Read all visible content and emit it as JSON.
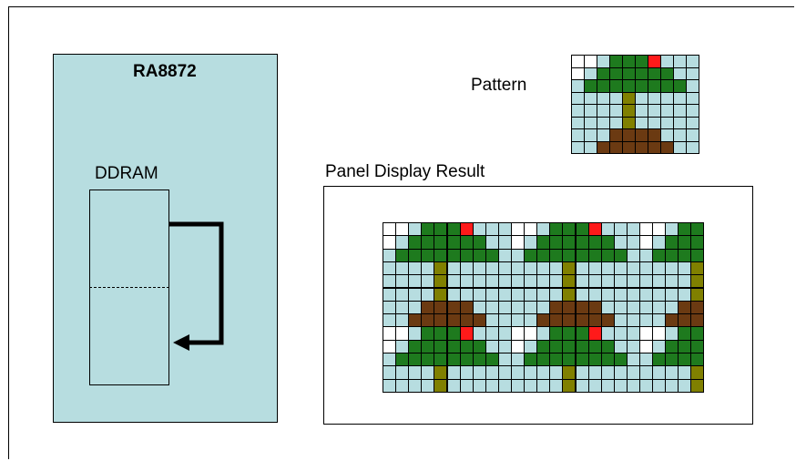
{
  "diagram": {
    "chip_title": "RA8872",
    "ddram_label": "DDRAM",
    "pattern_label": "Pattern",
    "panel_label": "Panel Display Result"
  },
  "colors": {
    "chip_fill": "#b7dde0",
    "cell_background": "#b7dde0",
    "cell_white": "#ffffff",
    "leaf_green": "#1e7a1e",
    "fruit_red": "#ff1a1a",
    "trunk_olive": "#808000",
    "soil_brown": "#6b3a12"
  },
  "pattern": {
    "rows": 8,
    "cols": 10,
    "legend": {
      "b": "background",
      "w": "white",
      "g": "leaf",
      "r": "fruit",
      "o": "trunk",
      "n": "soil"
    },
    "grid": [
      "wwbgggrbbb",
      "wbggggggbb",
      "bggggggggb",
      "bbbbobbbbb",
      "bbbbobbbbb",
      "bbbbobbbbb",
      "bbbnnnnbbb",
      "bbnnnnnnbb"
    ]
  },
  "panel": {
    "rows": 13,
    "cols": 25,
    "tile_offset_rows": 0,
    "tile_offset_cols": 0
  }
}
